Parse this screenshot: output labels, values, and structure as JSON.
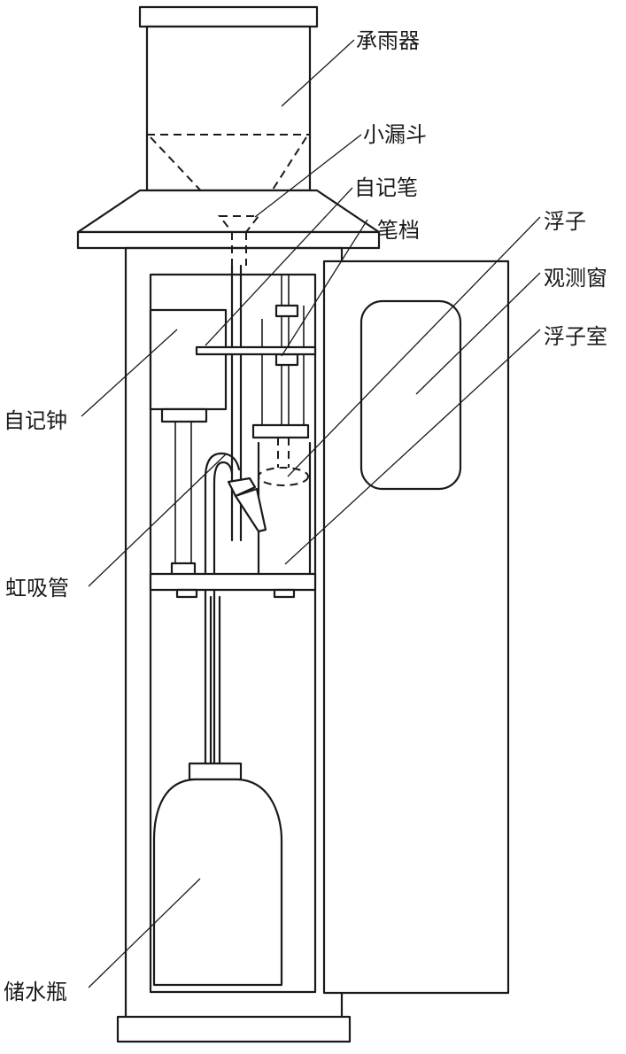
{
  "labels": {
    "rain_collector": "承雨器",
    "small_funnel": "小漏斗",
    "recording_pen": "自记笔",
    "pen_stop": "笔档",
    "float": "浮子",
    "observation_window": "观测窗",
    "float_chamber": "浮子室",
    "recording_clock": "自记钟",
    "siphon_tube": "虹吸管",
    "water_storage_bottle": "储水瓶"
  }
}
